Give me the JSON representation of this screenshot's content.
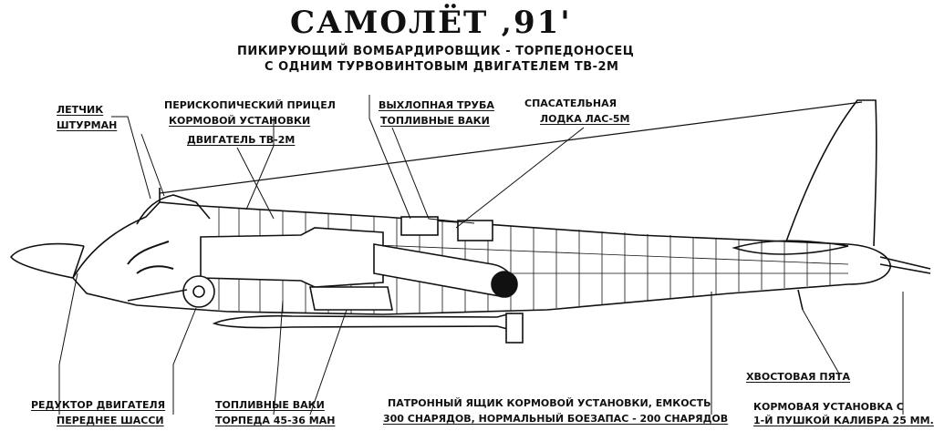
{
  "title": "САМОЛЁТ ‚91'",
  "subtitle_line1": "ПИКИРУЮЩИЙ ВОМБАРДИРОВЩИК - ТОРПЕДОНОСЕЦ",
  "subtitle_line2": "С ОДНИМ ТУРВОВИНТОВЫМ ДВИГАТЕЛЕМ ТВ-2М",
  "labels": {
    "pilot": "ЛЕТЧИК",
    "navigator": "ШТУРМАН",
    "periscope_line1": "ПЕРИСКОПИЧЕСКИЙ ПРИЦЕЛ",
    "periscope_line2": "КОРМОВОЙ УСТАНОВКИ",
    "engine": "ДВИГАТЕЛЬ ТВ-2М",
    "exhaust": "ВЫХЛОПНАЯ ТРУБА",
    "fuel_tanks_upper": "ТОПЛИВНЫЕ ВАКИ",
    "liferaft_line1": "СПАСАТЕЛЬНАЯ",
    "liferaft_line2": "ЛОДКА ЛАС-5М",
    "gearbox": "РЕДУКТОР ДВИГАТЕЛЯ",
    "front_gear": "ПЕРЕДНЕЕ ШАССИ",
    "fuel_tanks_lower": "ТОПЛИВНЫЕ ВАКИ",
    "torpedo": "ТОРПЕДА 45-36 МАН",
    "ammo_line1": "ПАТРОННЫЙ ЯЩИК КОРМОВОЙ УСТАНОВКИ, ЕМКОСТЬ",
    "ammo_line2": "300 СНАРЯДОВ, НОРМАЛЬНЫЙ БОЕЗАПАС - 200 СНАРЯДОВ",
    "tail_skid": "ХВОСТОВАЯ ПЯТА",
    "tail_turret_line1": "КОРМОВАЯ УСТАНОВКА С",
    "tail_turret_line2": "1-Й ПУШКОЙ КАЛИБРА 25 ММ."
  }
}
